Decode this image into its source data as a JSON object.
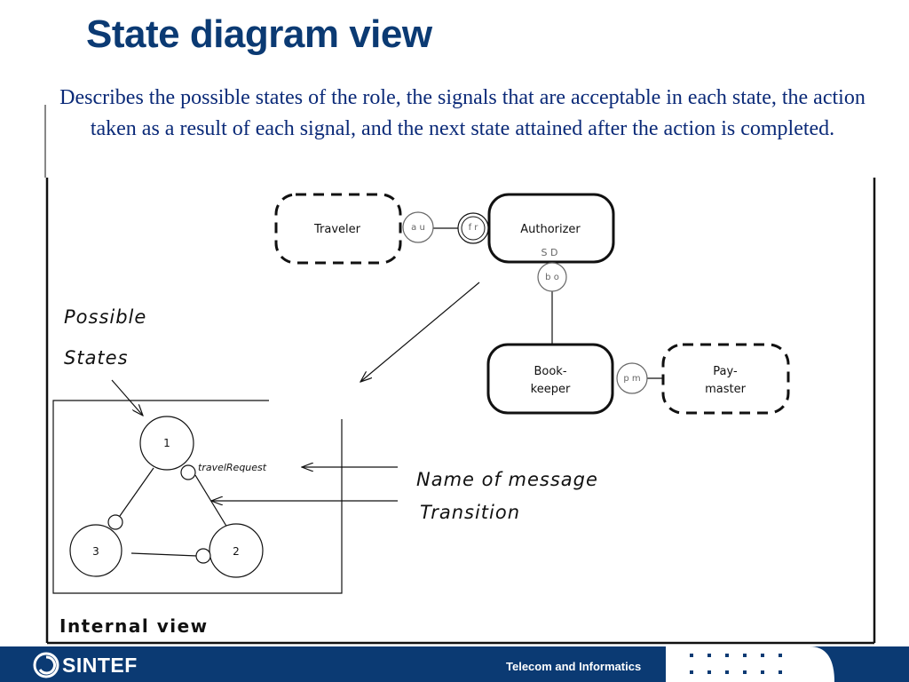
{
  "slide": {
    "title": "State diagram view",
    "description": "Describes the possible states of the role, the signals that are acceptable in each state, the action taken as a result of each signal, and the next state attained after the action is completed."
  },
  "roles": {
    "traveler": "Traveler",
    "authorizer": "Authorizer",
    "bookkeeper": [
      "Book-",
      "keeper"
    ],
    "paymaster": [
      "Pay-",
      "master"
    ]
  },
  "ports": {
    "au": "a u",
    "fr": "f r",
    "bo": "b o",
    "pm": "p m",
    "sd": "S D"
  },
  "annotations": {
    "possible_states": [
      "Possible",
      "States"
    ],
    "name_of_message": "Name of message",
    "transition": "Transition",
    "internal_view": "Internal view"
  },
  "internal_view": {
    "states": [
      "1",
      "2",
      "3"
    ],
    "message": "travelRequest"
  },
  "footer": {
    "logo": "SINTEF",
    "division": "Telecom and Informatics"
  }
}
